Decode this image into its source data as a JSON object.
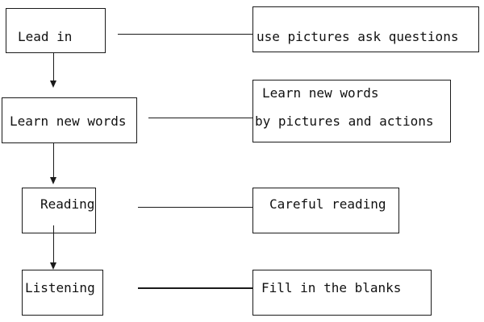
{
  "steps": [
    {
      "label": "Lead in",
      "detail": [
        "use pictures ask questions"
      ]
    },
    {
      "label": "Learn new words",
      "detail": [
        "Learn new words",
        "by pictures and actions"
      ]
    },
    {
      "label": "Reading",
      "detail": [
        "Careful reading"
      ]
    },
    {
      "label": "Listening",
      "detail": [
        "Fill in the blanks"
      ]
    }
  ]
}
